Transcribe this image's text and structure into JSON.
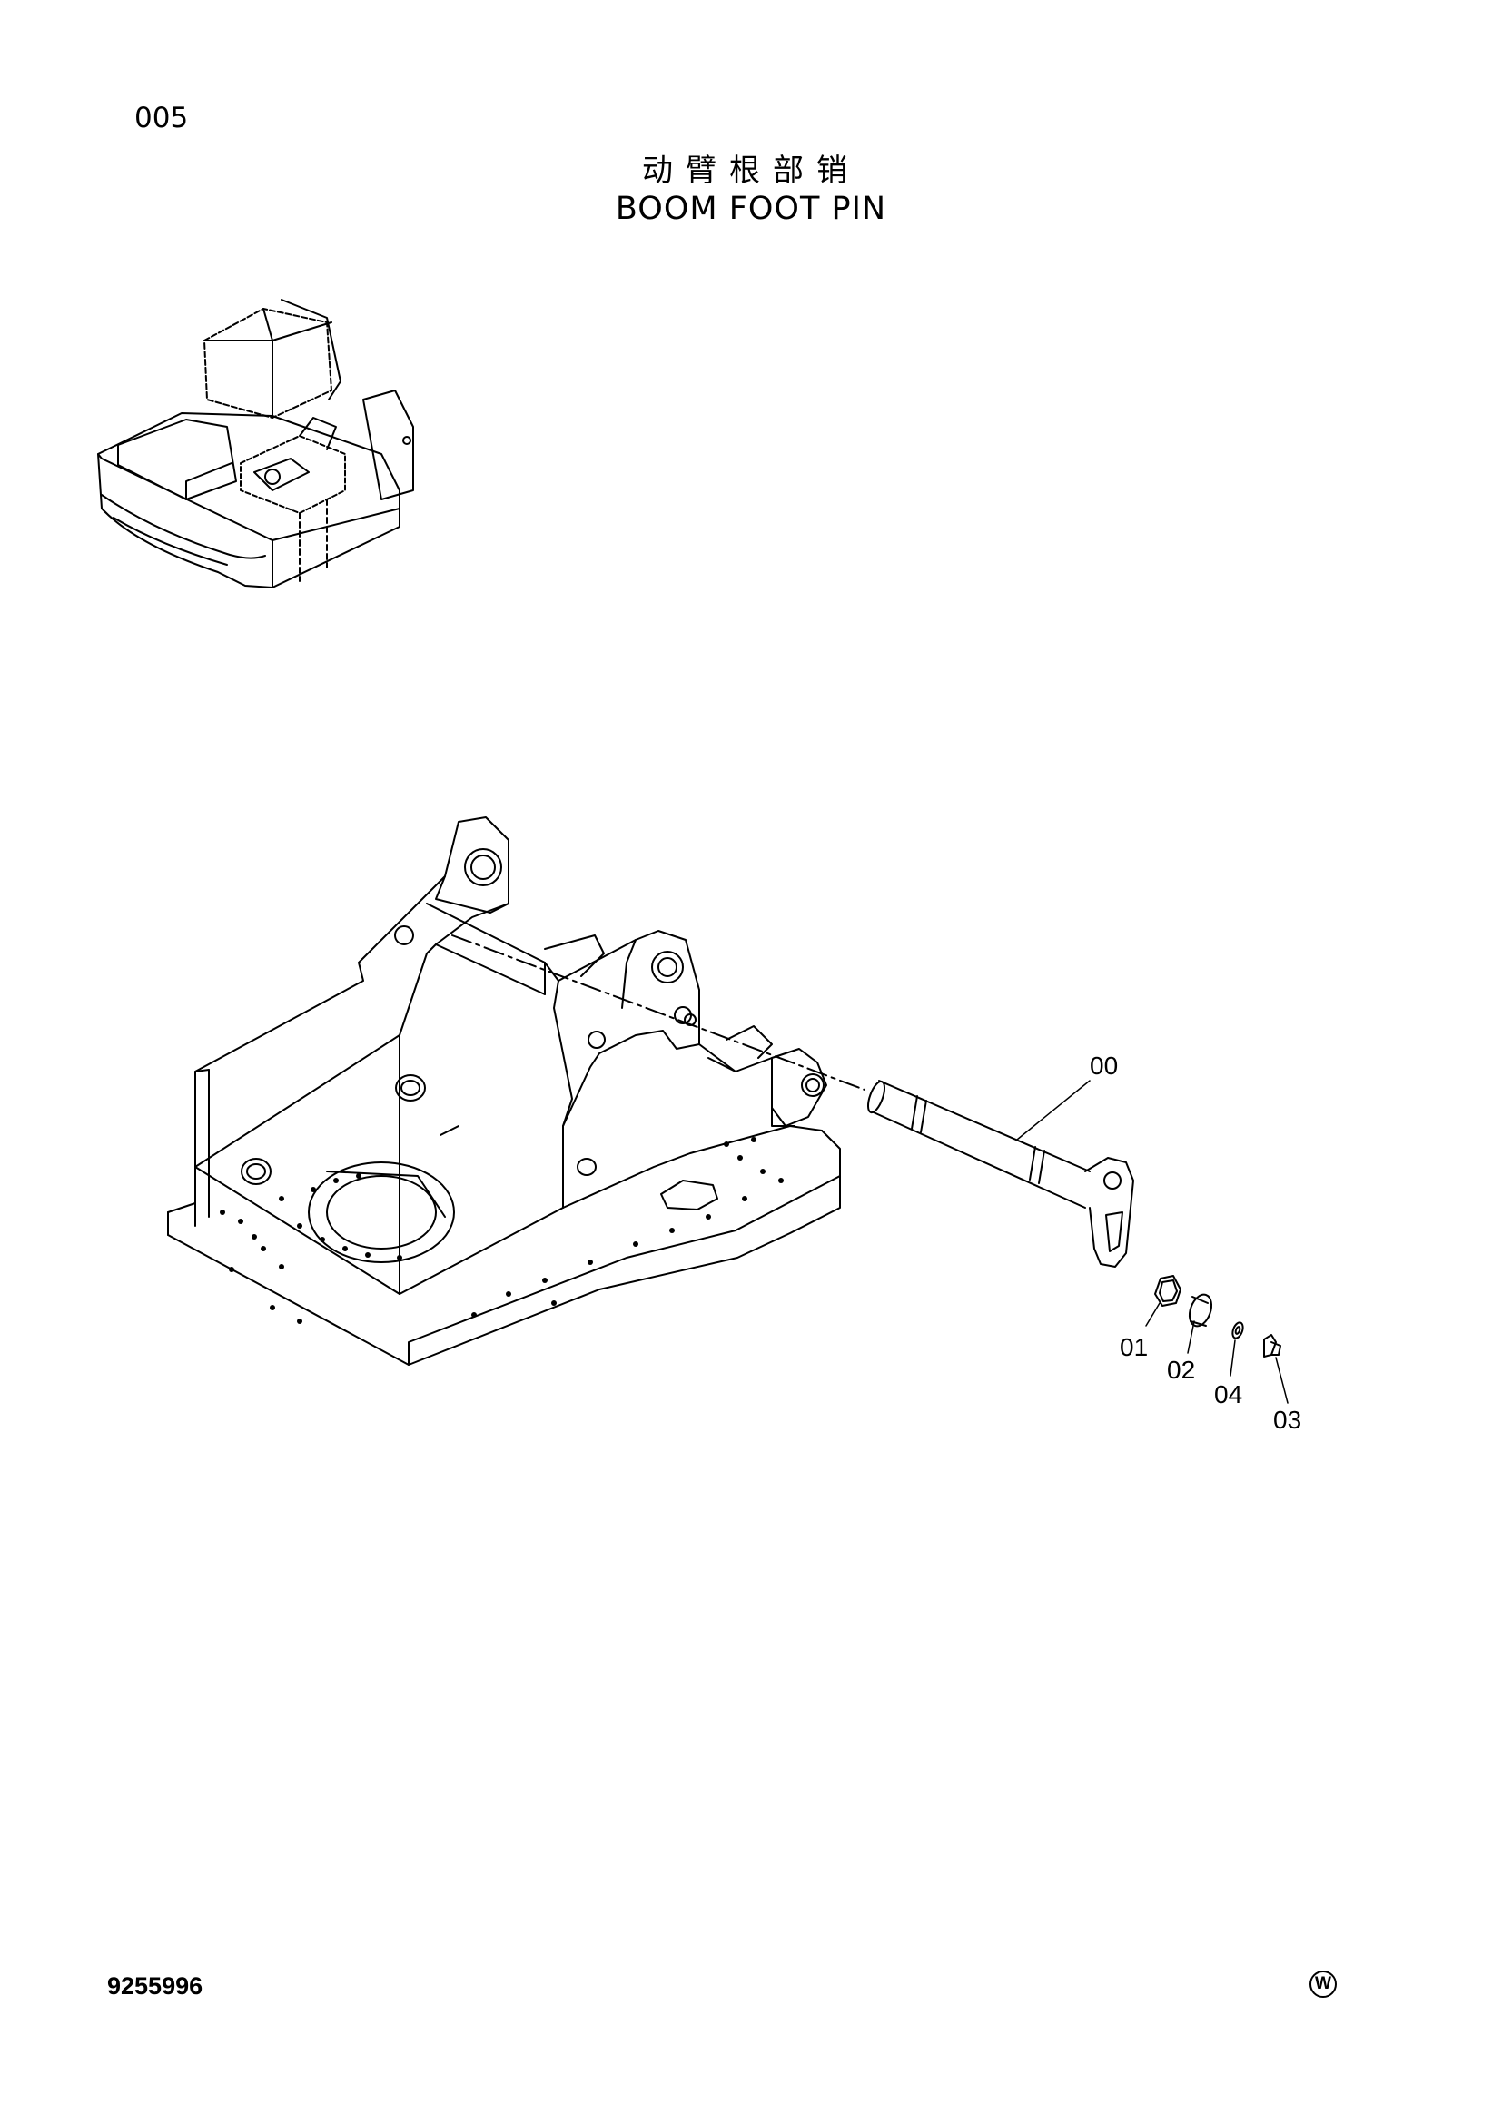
{
  "header": {
    "page_number": "005",
    "title_cn": "动臂根部销",
    "title_en": "BOOM FOOT PIN"
  },
  "footer": {
    "doc_number": "9255996",
    "brand_mark": "W"
  },
  "figure": {
    "overview_icon": "excavator-upper-structure-icon",
    "main_icon": "swing-frame-boom-foot-pin-icon",
    "callouts": [
      {
        "id": "00"
      },
      {
        "id": "01"
      },
      {
        "id": "02"
      },
      {
        "id": "04"
      },
      {
        "id": "03"
      }
    ]
  }
}
